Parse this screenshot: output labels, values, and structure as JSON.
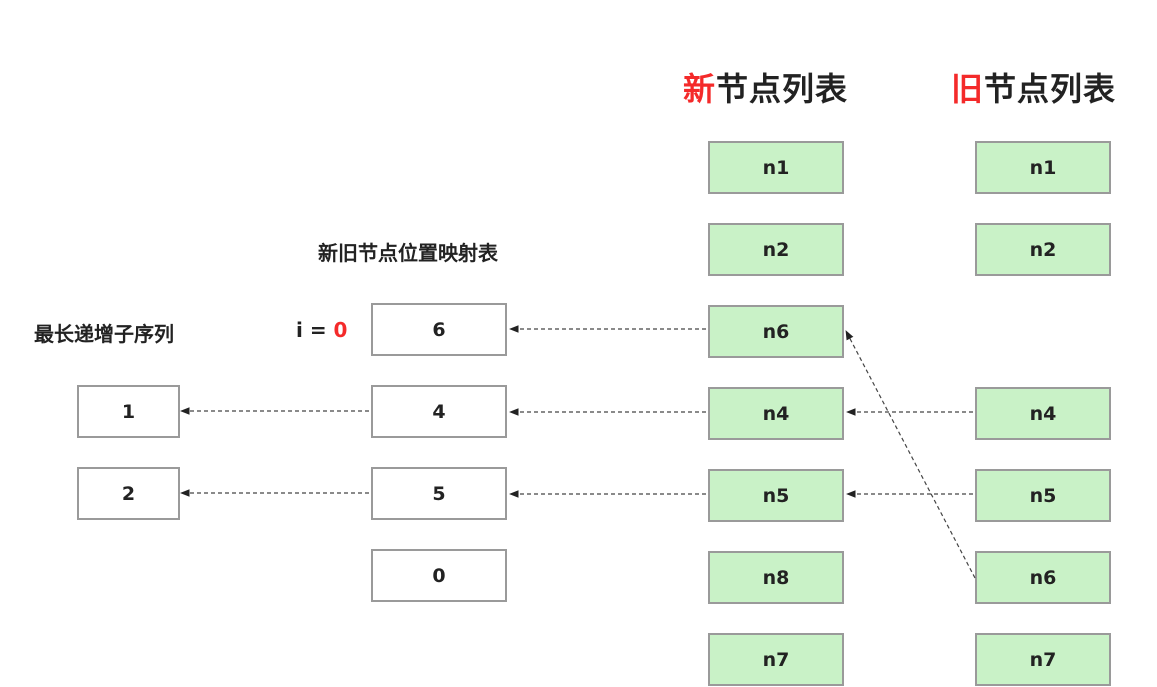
{
  "new_list": {
    "title_highlight": "新",
    "title_rest": "节点列表",
    "nodes": [
      "n1",
      "n2",
      "n6",
      "n4",
      "n5",
      "n8",
      "n7"
    ]
  },
  "old_list": {
    "title_highlight": "旧",
    "title_rest": "节点列表",
    "nodes": [
      "n1",
      "n2",
      "n4",
      "n5",
      "n6",
      "n7"
    ]
  },
  "map_table": {
    "title": "新旧节点位置映射表",
    "values": [
      "6",
      "4",
      "5",
      "0"
    ],
    "index_label": "i = ",
    "index_value": "0"
  },
  "lis": {
    "title": "最长递增子序列",
    "values": [
      "1",
      "2"
    ]
  },
  "colors": {
    "highlight": "#f42a2a",
    "node_fill": "#c9f2c7",
    "border": "#9a9a9a"
  }
}
